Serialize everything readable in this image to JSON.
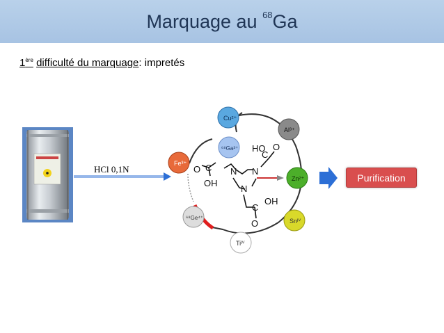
{
  "title": {
    "main": "Marquage au ",
    "isotope_mass": "68",
    "element": "Ga"
  },
  "subtitle": {
    "ordinal": "1",
    "ordinal_sup": "ère",
    "underlined": "difficulté du marquage",
    "rest": ": impretés"
  },
  "reagent_label": "HCl 0,1N",
  "purification_label": "Purification",
  "metal_ions": [
    {
      "symbol": "Cu",
      "charge": "2+",
      "color": "#5aa8e0"
    },
    {
      "symbol": "Al",
      "charge": "3+",
      "color": "#888888"
    },
    {
      "symbol": "Zn",
      "charge": "2+",
      "color": "#4caf2a"
    },
    {
      "symbol": "Sn",
      "charge": "IV",
      "color": "#d9d92a"
    },
    {
      "symbol": "Ti",
      "charge": "IV",
      "color": "#ffffff"
    },
    {
      "symbol": "Ge",
      "mass": "68",
      "charge": "4+",
      "color": "#dddddd"
    },
    {
      "symbol": "Fe",
      "charge": "3+",
      "color": "#e86a3a"
    },
    {
      "symbol": "Ga",
      "mass": "68",
      "charge": "3+",
      "color": "#a6c4f0"
    }
  ],
  "chelator": {
    "atoms": [
      "N",
      "N",
      "N",
      "O",
      "C",
      "HO",
      "O",
      "C",
      "OH",
      "C",
      "OH",
      "O"
    ]
  },
  "colors": {
    "title_bar": "#b9d1ea",
    "arrow_blue": "#2c6fd6",
    "purification": "#d94e4e"
  }
}
